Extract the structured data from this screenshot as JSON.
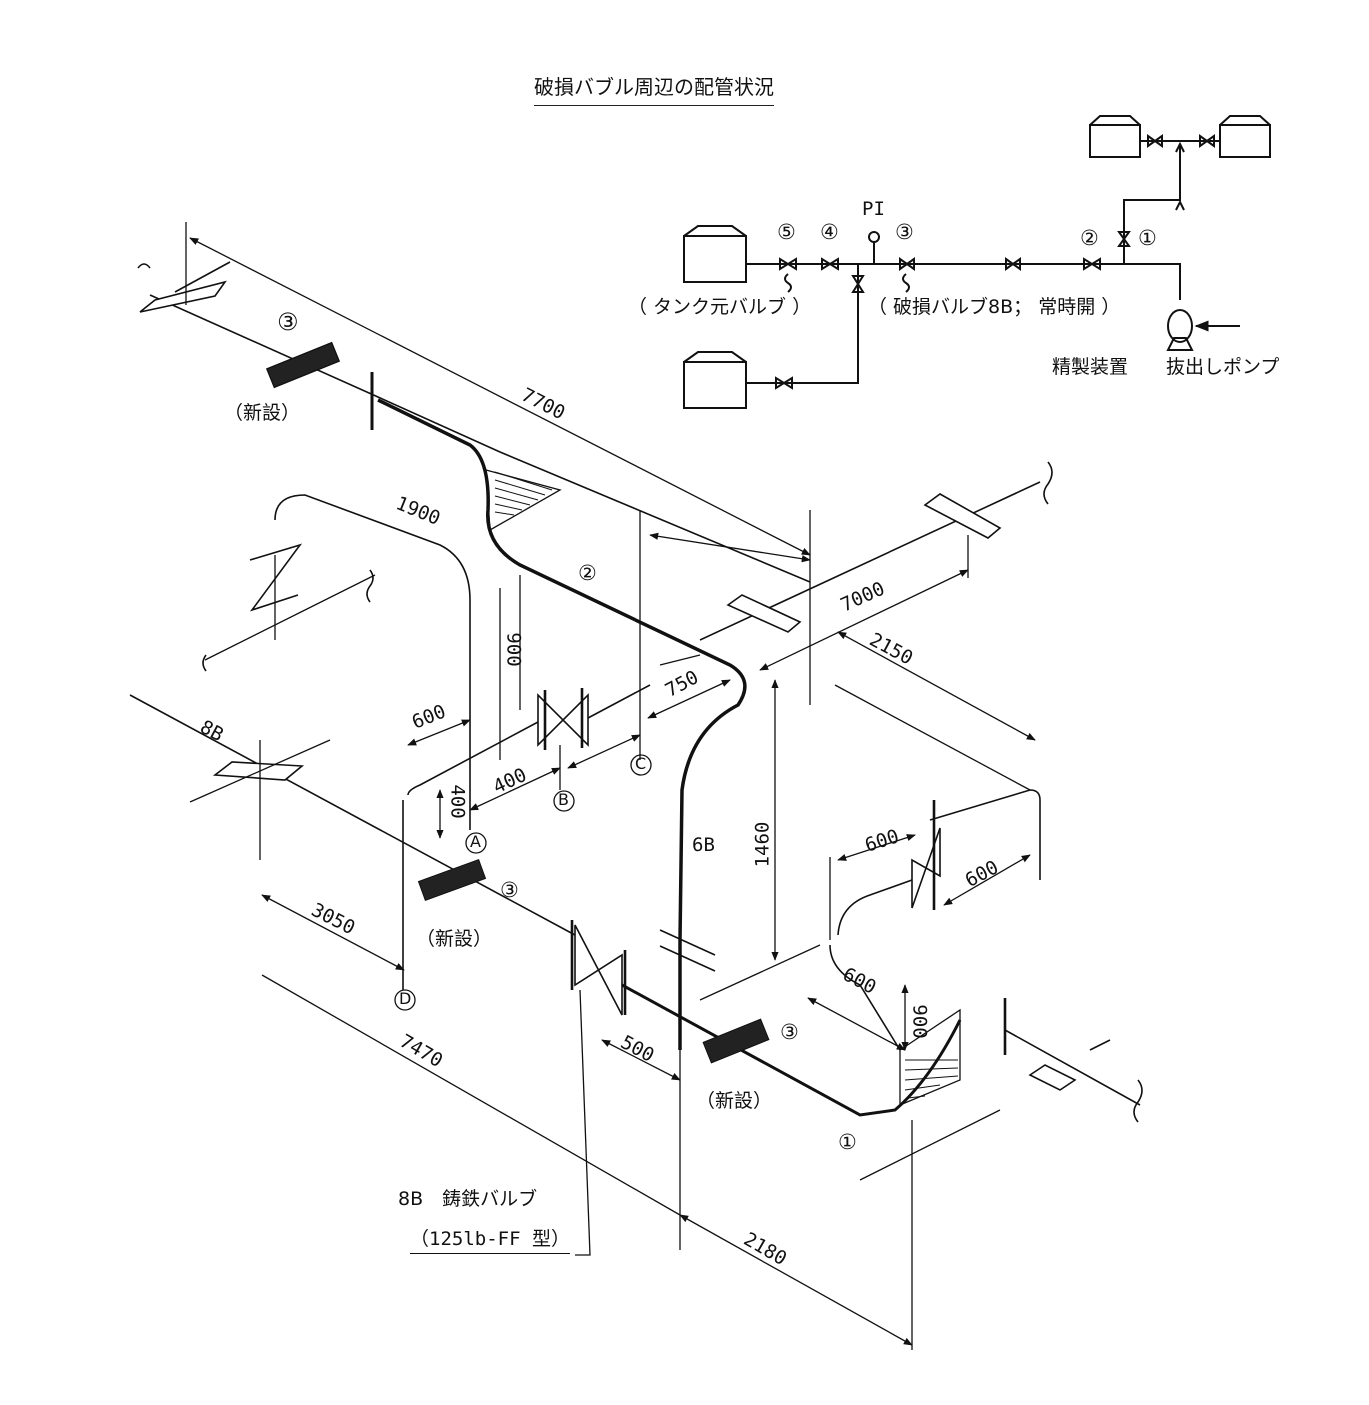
{
  "title": "破損バブル周辺の配管状況",
  "schematic": {
    "labels": {
      "pi": "PI",
      "n5": "⑤",
      "n4": "④",
      "n3": "③",
      "n2": "②",
      "n1": "①",
      "tank_valve": "（ タンク元バルブ ）",
      "broken_valve": "（ 破損バルブ8B； 常時開 ）",
      "refinery": "精製装置",
      "pump": "抜出しポンプ"
    }
  },
  "iso": {
    "dims": {
      "d7700": "7700",
      "d1900": "1900",
      "d7000": "7000",
      "d2150": "2150",
      "d900a": "900",
      "d750": "750",
      "d600a": "600",
      "d400a": "400",
      "d400b": "400",
      "d1460": "1460",
      "d600b": "600",
      "d600c": "600",
      "d600d": "600",
      "d900b": "900",
      "d3050": "3050",
      "d7470": "7470",
      "d500": "500",
      "d2180": "2180"
    },
    "pipe_sizes": {
      "b8": "8B",
      "b6": "6B"
    },
    "points": {
      "a": "A",
      "b": "B",
      "c": "C",
      "d": "D"
    },
    "markers": {
      "m3_top": "③",
      "m2": "②",
      "m3_mid": "③",
      "m3_bot": "③",
      "m1": "①"
    },
    "new_label_1": "（新設）",
    "new_label_2": "（新設）",
    "new_label_3": "（新設）",
    "valve_note_line1": "8B　鋳鉄バルブ",
    "valve_note_line2": "（125lb-FF 型）"
  },
  "colors": {
    "ink": "#111111",
    "paper": "#ffffff"
  }
}
